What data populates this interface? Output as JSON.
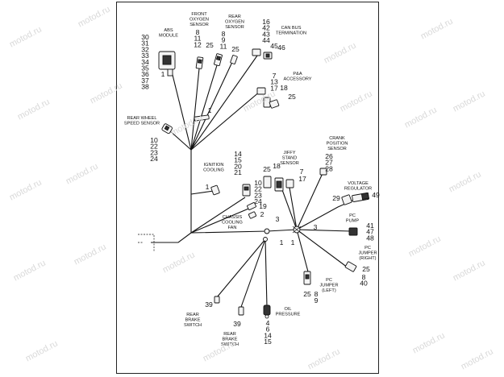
{
  "watermark": "motod.ru",
  "components": {
    "abs_module": {
      "label": [
        "ABS",
        "MODULE"
      ],
      "numbers": [
        "30",
        "31",
        "32",
        "33",
        "34",
        "35",
        "36",
        "37",
        "38"
      ],
      "pin": "1"
    },
    "front_oxygen": {
      "label": [
        "FRONT",
        "OXYGEN",
        "SENSOR"
      ],
      "numbers": [
        "8",
        "11",
        "12"
      ],
      "pin": "25"
    },
    "rear_oxygen": {
      "label": [
        "REAR",
        "OXYGEN",
        "SENSOR"
      ],
      "numbers": [
        "8",
        "9",
        "11"
      ],
      "pin": "25"
    },
    "can_bus": {
      "label": [
        "CAN BUS",
        "TERMINATION"
      ],
      "numbers": [
        "16",
        "42",
        "43",
        "44"
      ],
      "pins": [
        "45",
        "46"
      ]
    },
    "pa_accessory": {
      "label": [
        "P&A",
        "ACCESSORY"
      ],
      "numbers": [
        "7",
        "13",
        "17"
      ],
      "pins": [
        "18",
        "25"
      ]
    },
    "rear_wheel_speed": {
      "label": [
        "REAR WHEEL",
        "SPEED SENSOR"
      ],
      "numbers": [
        "10",
        "22",
        "23",
        "24"
      ]
    },
    "ignition_cooling": {
      "label": [
        "IGNITION",
        "COOLING"
      ],
      "pin": "1"
    },
    "cooling_group": {
      "numbers": [
        "14",
        "15",
        "20",
        "21"
      ]
    },
    "chassis_group": {
      "numbers": [
        "10",
        "22",
        "23",
        "24"
      ],
      "pin": "19"
    },
    "chassis_cooling_fan": {
      "label": [
        "CHASSIS",
        "COOLING",
        "FAN"
      ],
      "pin": "2"
    },
    "jiffy_stand": {
      "label": [
        "JIFFY",
        "STAND",
        "SENSOR"
      ],
      "pins": [
        "25",
        "18",
        "7",
        "17"
      ]
    },
    "crank_position": {
      "label": [
        "CRANK",
        "POSITION",
        "SENSOR"
      ],
      "numbers": [
        "26",
        "27",
        "28"
      ]
    },
    "voltage_regulator": {
      "label": [
        "VOLTAGE",
        "REGULATOR"
      ],
      "pins": [
        "29",
        "49"
      ]
    },
    "pc_pump": {
      "label": [
        "PC",
        "PUMP"
      ],
      "numbers": [
        "41",
        "47",
        "48"
      ]
    },
    "pc_jumper_right": {
      "label": [
        "PC",
        "JUMPER",
        "(RIGHT)"
      ],
      "pin": "25",
      "numbers": [
        "8",
        "40"
      ]
    },
    "pc_jumper_left": {
      "label": [
        "PC",
        "JUMPER",
        "(LEFT)"
      ],
      "numbers": [
        "25",
        "8",
        "9"
      ]
    },
    "hub": {
      "pins": [
        "3",
        "3",
        "1",
        "1"
      ]
    },
    "rear_brake_switch_1": {
      "label": [
        "REAR",
        "BRAKE",
        "SWITCH"
      ],
      "pin": "39"
    },
    "rear_brake_switch_2": {
      "label": [
        "REAR",
        "BRAKE",
        "SWITCH"
      ],
      "pin": "39"
    },
    "oil_pressure": {
      "label": [
        "OIL",
        "PRESSURE"
      ],
      "numbers": [
        "4",
        "6",
        "14",
        "15"
      ]
    },
    "main_junction": {
      "pin": "1"
    }
  }
}
